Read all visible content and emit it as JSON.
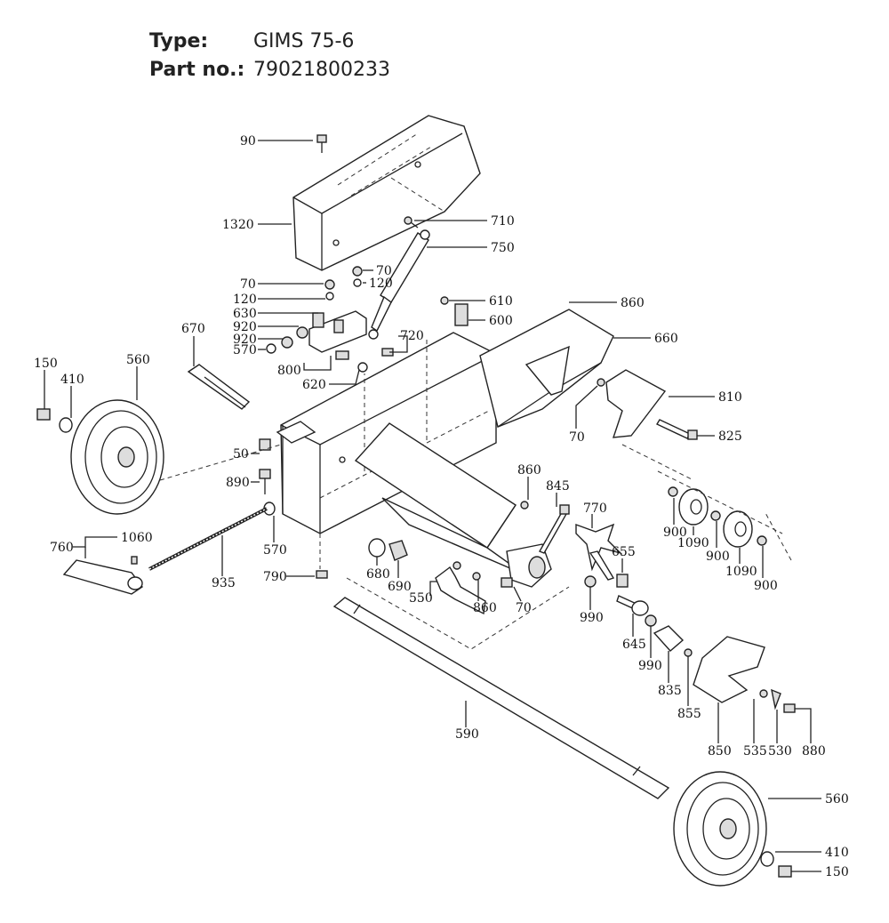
{
  "header": {
    "type_label": "Type:",
    "type_value": "GIMS 75-6",
    "part_label": "Part no.:",
    "part_value": "79021800233"
  },
  "callouts": [
    "90",
    "1320",
    "710",
    "750",
    "70",
    "70",
    "120",
    "120",
    "610",
    "600",
    "630",
    "920",
    "920",
    "570",
    "720",
    "860",
    "660",
    "670",
    "150",
    "410",
    "560",
    "800",
    "620",
    "810",
    "70",
    "825",
    "50",
    "890",
    "860",
    "845",
    "770",
    "900",
    "1090",
    "900",
    "1090",
    "900",
    "760",
    "1060",
    "935",
    "570",
    "655",
    "790",
    "680",
    "690",
    "550",
    "860",
    "70",
    "990",
    "645",
    "990",
    "835",
    "855",
    "850",
    "535",
    "530",
    "880",
    "590",
    "560",
    "410",
    "150"
  ]
}
